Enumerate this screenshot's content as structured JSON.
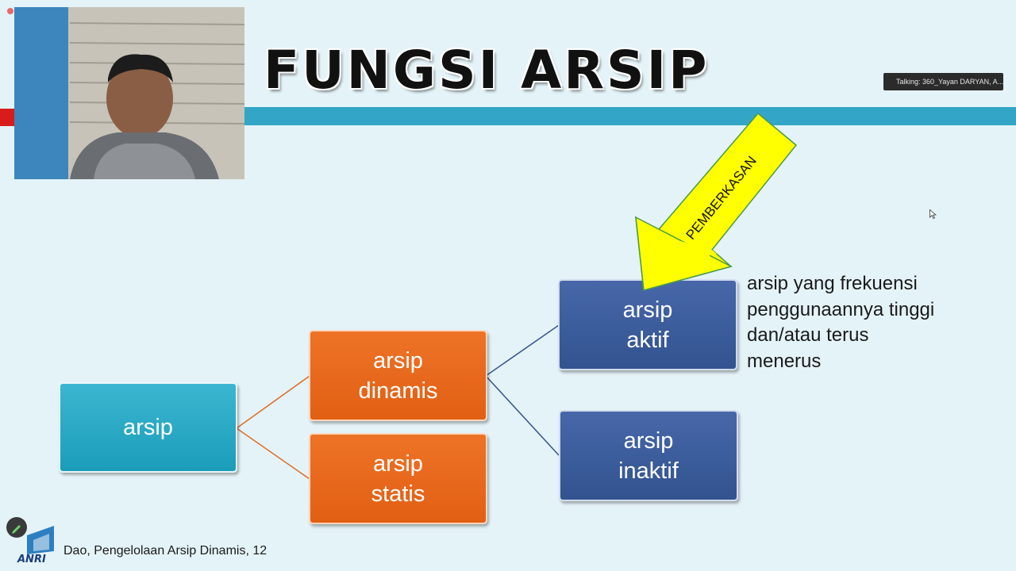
{
  "slide": {
    "title": "FUNGSI ARSIP",
    "arrow_label": "PEMBERKASAN",
    "footer": "Dao, Pengelolaan Arsip Dinamis, 12",
    "logo_text": "ANRI"
  },
  "diagram": {
    "root": "arsip",
    "dinamis": [
      "arsip",
      "dinamis"
    ],
    "statis": [
      "arsip",
      "statis"
    ],
    "aktif": [
      "arsip",
      "aktif"
    ],
    "inaktif": [
      "arsip",
      "inaktif"
    ],
    "description": [
      "arsip yang frekuensi",
      "penggunaannya tinggi",
      "dan/atau terus",
      "menerus"
    ]
  },
  "meeting": {
    "talking_indicator": "Talking: 360_Yayan DARYAN, A..."
  },
  "colors": {
    "teal": "#1b9dba",
    "orange": "#e15f13",
    "blue": "#32538f",
    "arrow_yellow": "#ffff00",
    "accent_red": "#d81c1c",
    "accent_blue": "#33a6c8"
  }
}
